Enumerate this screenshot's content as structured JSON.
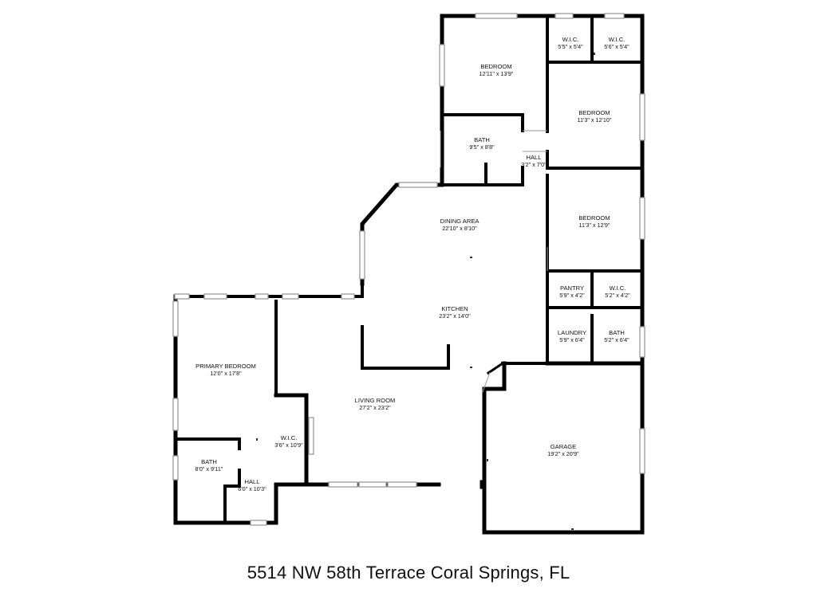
{
  "address": "5514 NW 58th Terrace Coral Springs, FL",
  "rooms": {
    "bedroom_a": {
      "name": "BEDROOM",
      "dims": "12'11\" x 13'9\""
    },
    "wic_a": {
      "name": "W.I.C.",
      "dims": "5'5\" x 5'4\""
    },
    "wic_b": {
      "name": "W.I.C.",
      "dims": "5'6\" x 5'4\""
    },
    "bedroom_b": {
      "name": "BEDROOM",
      "dims": "11'3\" x 12'10\""
    },
    "bath_a": {
      "name": "BATH",
      "dims": "9'5\" x 8'8\""
    },
    "hall_a": {
      "name": "HALL",
      "dims": "3'2\" x 7'0\""
    },
    "bedroom_c": {
      "name": "BEDROOM",
      "dims": "11'3\" x 12'9\""
    },
    "dining": {
      "name": "DINING AREA",
      "dims": "22'10\" x 8'10\""
    },
    "pantry": {
      "name": "PANTRY",
      "dims": "5'9\" x 4'2\""
    },
    "wic_c": {
      "name": "W.I.C.",
      "dims": "5'2\" x 4'2\""
    },
    "kitchen": {
      "name": "KITCHEN",
      "dims": "23'2\" x 14'0\""
    },
    "laundry": {
      "name": "LAUNDRY",
      "dims": "5'9\" x 6'4\""
    },
    "bath_b": {
      "name": "BATH",
      "dims": "5'2\" x 6'4\""
    },
    "primary_bedroom": {
      "name": "PRIMARY BEDROOM",
      "dims": "12'0\" x 17'8\""
    },
    "living": {
      "name": "LIVING ROOM",
      "dims": "27'2\" x 23'2\""
    },
    "wic_d": {
      "name": "W.I.C.",
      "dims": "3'6\" x 10'9\""
    },
    "garage": {
      "name": "GARAGE",
      "dims": "19'2\" x 20'9\""
    },
    "bath_c": {
      "name": "BATH",
      "dims": "8'0\" x 9'11\""
    },
    "hall_b": {
      "name": "HALL",
      "dims": "6'0\" x 10'3\""
    }
  }
}
